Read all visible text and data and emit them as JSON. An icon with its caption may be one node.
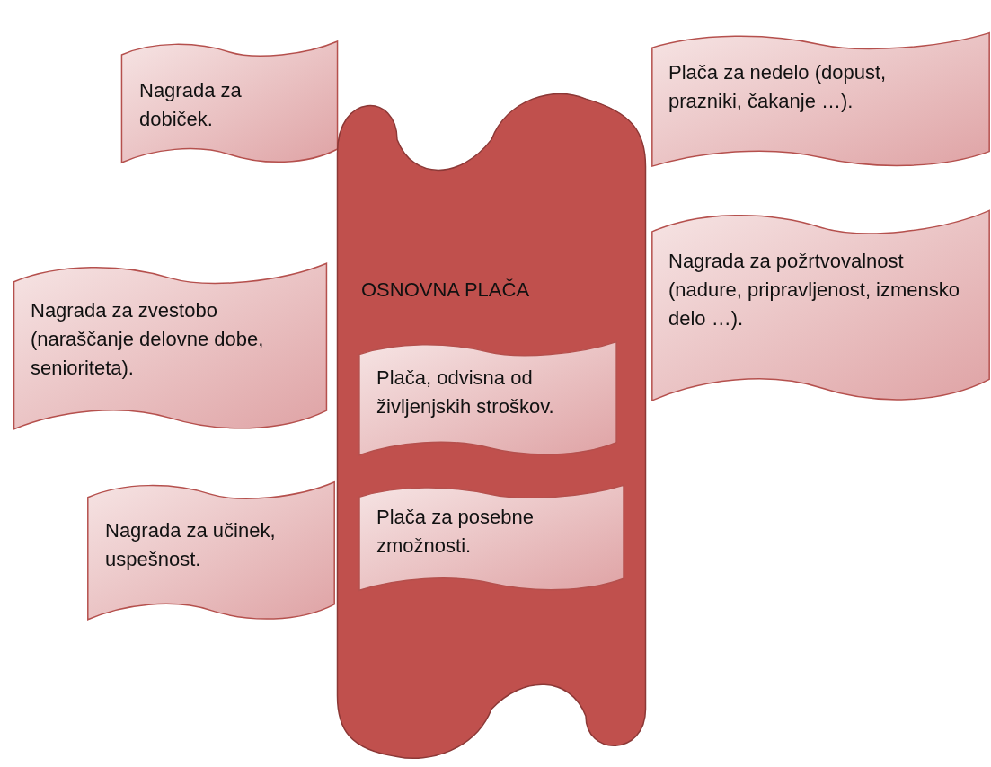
{
  "diagram": {
    "nodes": [
      {
        "text": [
          "Nagrada za dobiček."
        ]
      },
      {
        "text": [
          "Plača za nedelo (dopust, prazniki, čakanje …)."
        ]
      },
      {
        "text": [
          "Nagrada za požrtvovalnost (nadure, pripravljenost, izmensko delo …)."
        ]
      },
      {
        "text": [
          "Nagrada za zvestobo (naraščanje delovne dobe, senioriteta)."
        ]
      },
      {
        "text": [
          "OSNOVNA PLAČA"
        ]
      },
      {
        "text": [
          "Plača, odvisna od življenjskih stroškov."
        ],
        "in": 4
      },
      {
        "text": [
          "Plača za posebne zmožnosti."
        ],
        "in": 4
      },
      {
        "text": [
          "Nagrada za učinek, uspešnost."
        ]
      }
    ]
  }
}
